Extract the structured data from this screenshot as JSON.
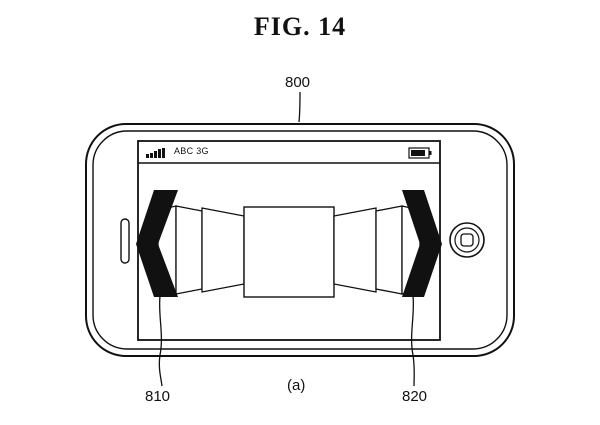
{
  "figure": {
    "title": "FIG.  14",
    "caption": "(a)"
  },
  "reference_numerals": {
    "device": "800",
    "left_arrow": "810",
    "right_arrow": "820"
  },
  "status_bar": {
    "carrier": "ABC 3G",
    "signal_icon": "signal-bars-icon",
    "battery_icon": "battery-icon"
  },
  "screen_content": {
    "layout": "coverflow",
    "left_arrow_icon": "chevron-left-icon",
    "right_arrow_icon": "chevron-right-icon"
  },
  "colors": {
    "line": "#111111",
    "background": "#ffffff"
  }
}
